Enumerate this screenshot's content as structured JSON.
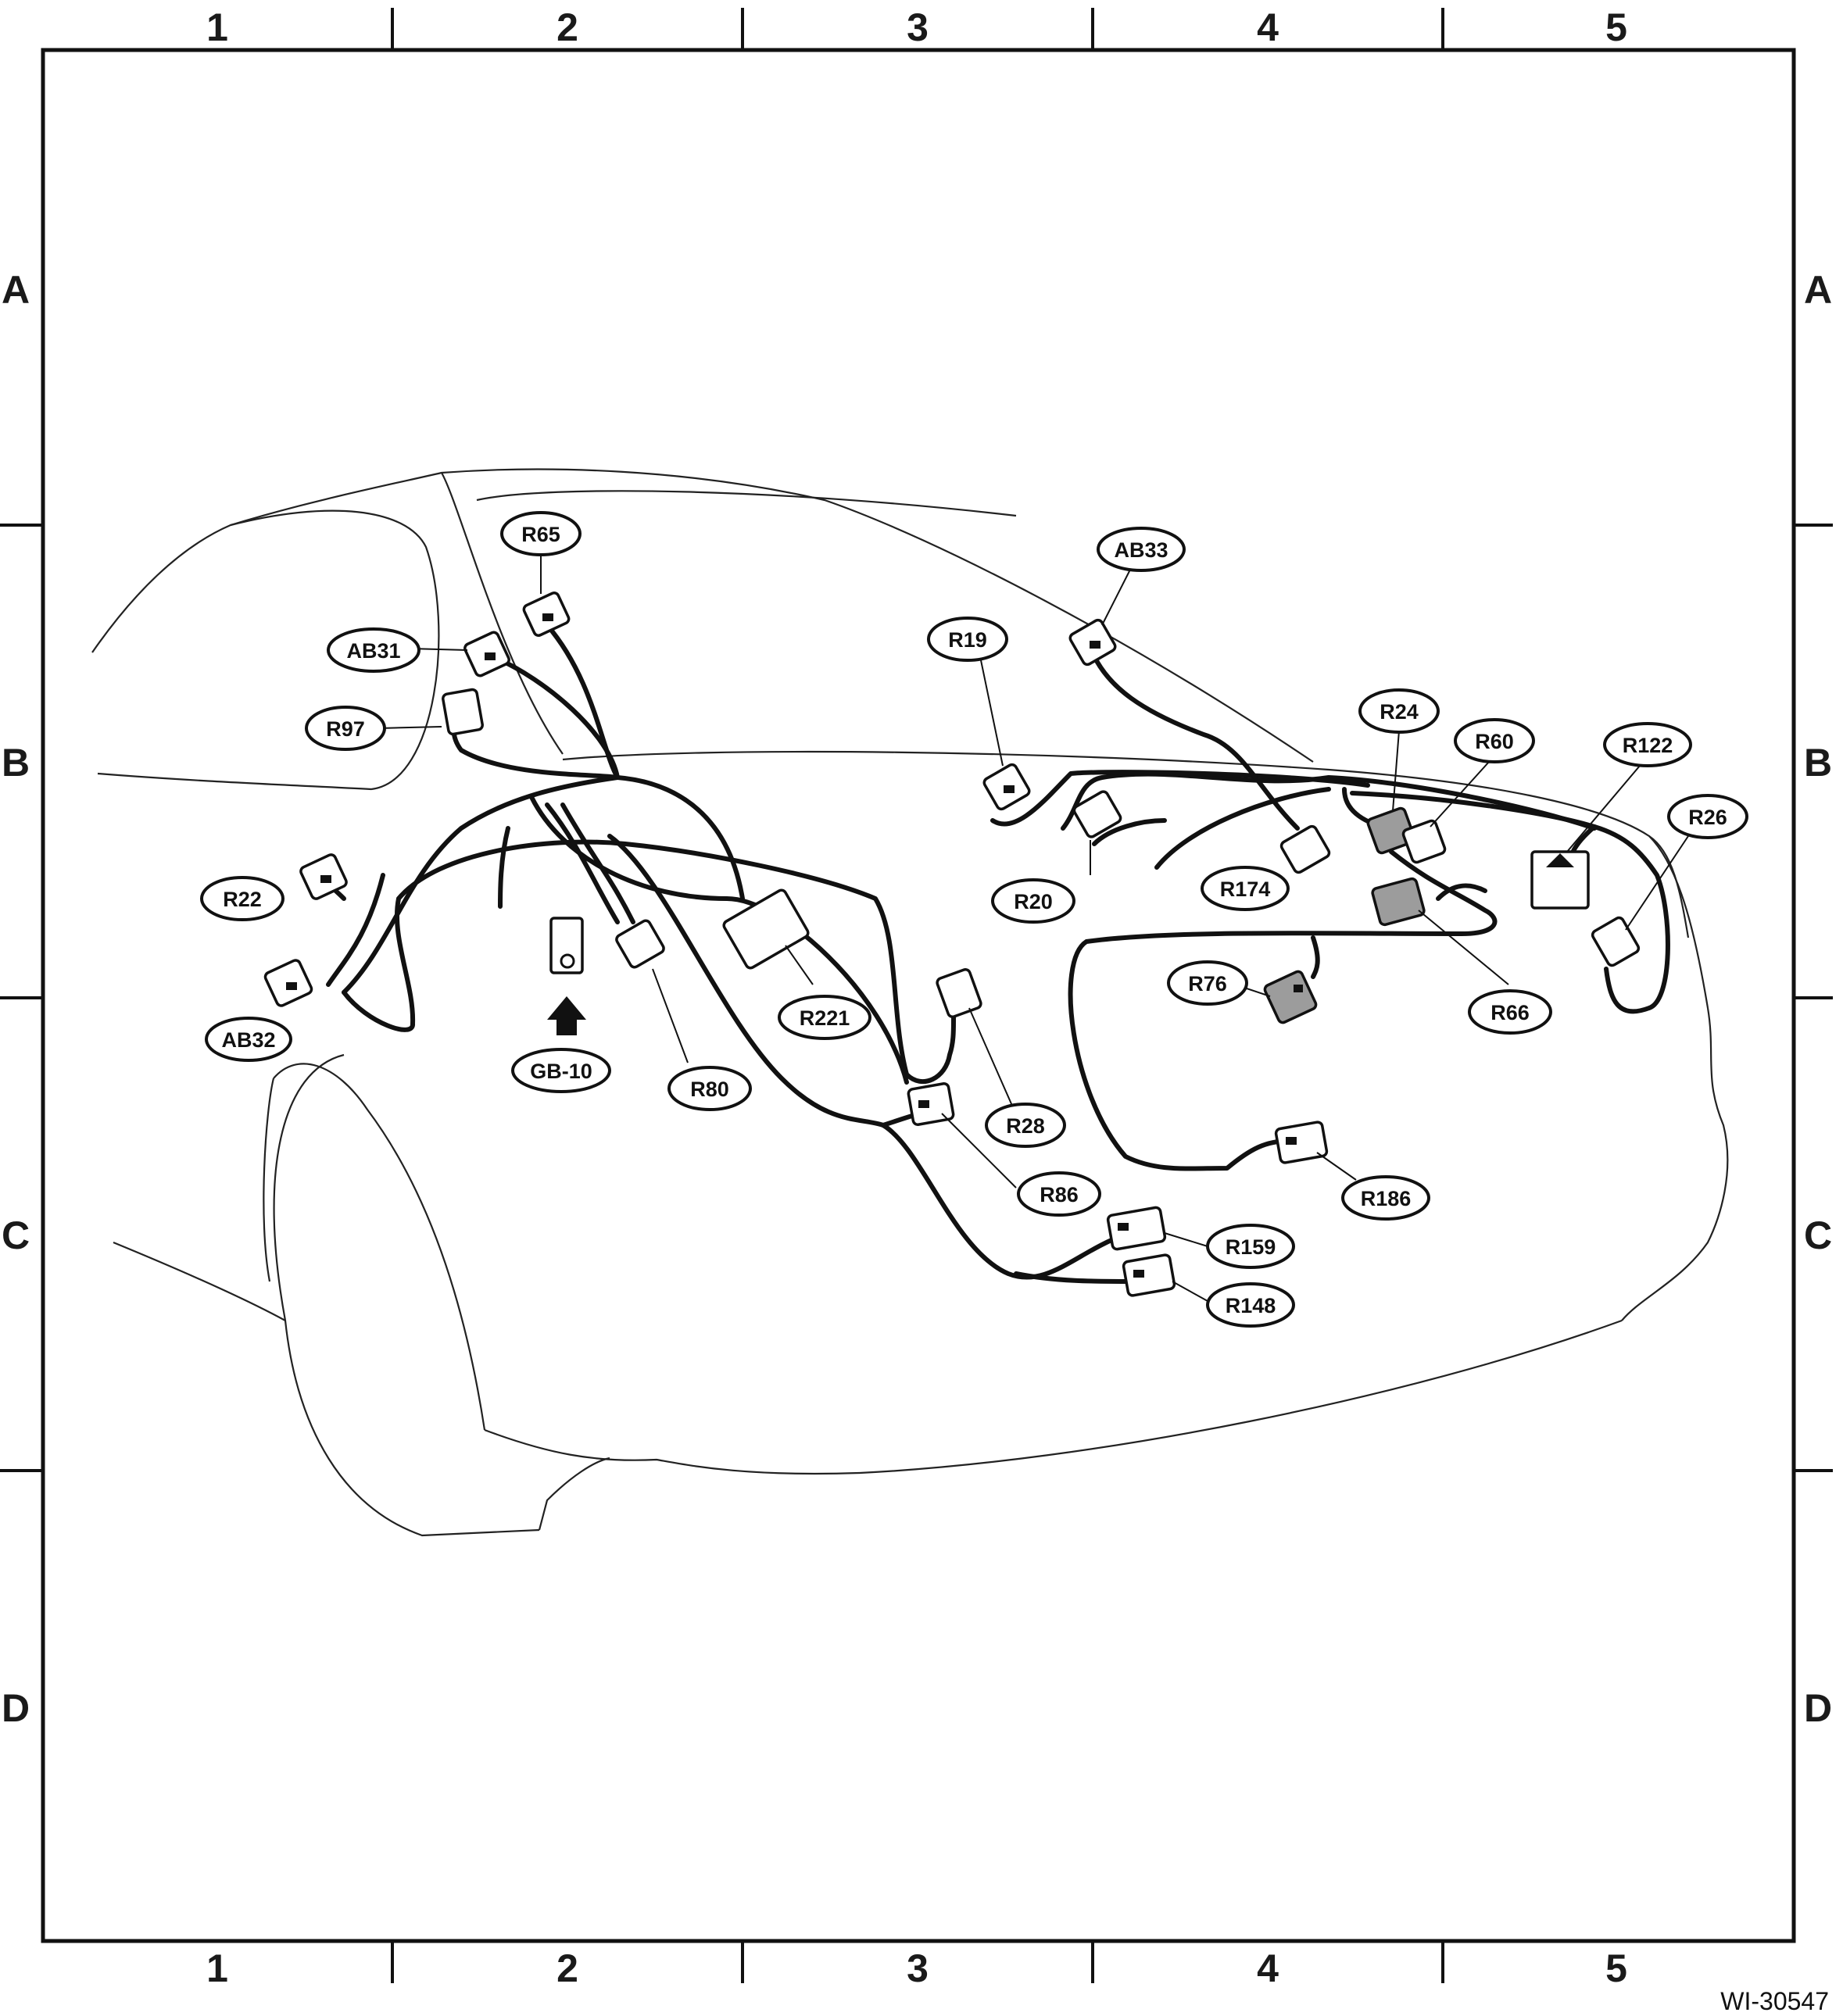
{
  "grid": {
    "columns": [
      "1",
      "2",
      "3",
      "4",
      "5"
    ],
    "rows": [
      "A",
      "B",
      "C",
      "D"
    ]
  },
  "figure_id": "WI-30547",
  "ground_label": "GB-10",
  "callouts": {
    "R65": "R65",
    "AB31": "AB31",
    "R97": "R97",
    "R22": "R22",
    "AB32": "AB32",
    "GB10": "GB-10",
    "R80": "R80",
    "R221": "R221",
    "R28": "R28",
    "R86": "R86",
    "R19": "R19",
    "R20": "R20",
    "AB33": "AB33",
    "R174": "R174",
    "R24": "R24",
    "R60": "R60",
    "R122": "R122",
    "R26": "R26",
    "R76": "R76",
    "R66": "R66",
    "R186": "R186",
    "R159": "R159",
    "R148": "R148"
  },
  "colors": {
    "line": "#111111",
    "connector_gray": "#9c9c9c",
    "background": "#ffffff"
  }
}
